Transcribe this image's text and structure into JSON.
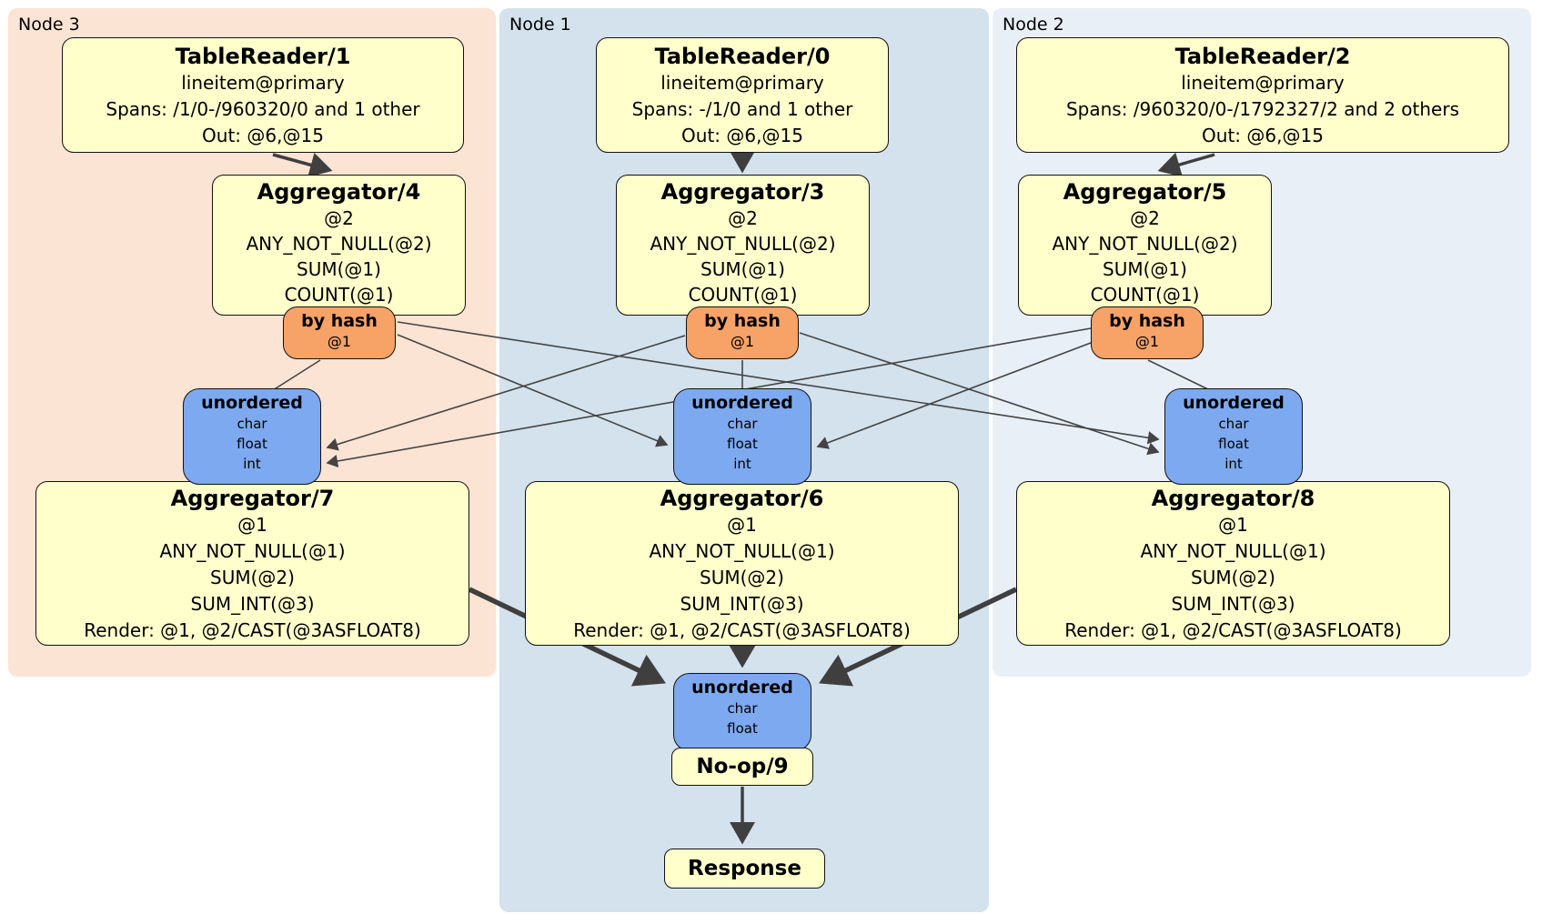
{
  "diagram_type": "distsql-plan",
  "colors": {
    "node3_panel": "#FCE4D4",
    "node1_panel": "#D3E2ED",
    "node2_panel": "#E8EFF7",
    "processor_box": "#FFFFCC",
    "router_chip": "#F7A267",
    "sync_chip": "#7DA9F0",
    "edge": "#444444"
  },
  "nodes": [
    {
      "label": "Node 3",
      "table_reader": {
        "title": "TableReader/1",
        "lines": [
          "lineitem@primary",
          "Spans: /1/0-/960320/0 and 1 other",
          "Out: @6,@15"
        ]
      },
      "aggregator_top": {
        "title": "Aggregator/4",
        "lines": [
          "@2",
          "ANY_NOT_NULL(@2)",
          "SUM(@1)",
          "COUNT(@1)"
        ]
      },
      "router": {
        "title": "by hash",
        "detail": "@1"
      },
      "sync": {
        "title": "unordered",
        "lines": [
          "char",
          "float",
          "int"
        ]
      },
      "aggregator_bottom": {
        "title": "Aggregator/7",
        "lines": [
          "@1",
          "ANY_NOT_NULL(@1)",
          "SUM(@2)",
          "SUM_INT(@3)",
          "Render: @1, @2/CAST(@3ASFLOAT8)"
        ]
      }
    },
    {
      "label": "Node 1",
      "table_reader": {
        "title": "TableReader/0",
        "lines": [
          "lineitem@primary",
          "Spans: -/1/0 and 1 other",
          "Out: @6,@15"
        ]
      },
      "aggregator_top": {
        "title": "Aggregator/3",
        "lines": [
          "@2",
          "ANY_NOT_NULL(@2)",
          "SUM(@1)",
          "COUNT(@1)"
        ]
      },
      "router": {
        "title": "by hash",
        "detail": "@1"
      },
      "sync": {
        "title": "unordered",
        "lines": [
          "char",
          "float",
          "int"
        ]
      },
      "aggregator_bottom": {
        "title": "Aggregator/6",
        "lines": [
          "@1",
          "ANY_NOT_NULL(@1)",
          "SUM(@2)",
          "SUM_INT(@3)",
          "Render: @1, @2/CAST(@3ASFLOAT8)"
        ]
      }
    },
    {
      "label": "Node 2",
      "table_reader": {
        "title": "TableReader/2",
        "lines": [
          "lineitem@primary",
          "Spans: /960320/0-/1792327/2 and 2 others",
          "Out: @6,@15"
        ]
      },
      "aggregator_top": {
        "title": "Aggregator/5",
        "lines": [
          "@2",
          "ANY_NOT_NULL(@2)",
          "SUM(@1)",
          "COUNT(@1)"
        ]
      },
      "router": {
        "title": "by hash",
        "detail": "@1"
      },
      "sync": {
        "title": "unordered",
        "lines": [
          "char",
          "float",
          "int"
        ]
      },
      "aggregator_bottom": {
        "title": "Aggregator/8",
        "lines": [
          "@1",
          "ANY_NOT_NULL(@1)",
          "SUM(@2)",
          "SUM_INT(@3)",
          "Render: @1, @2/CAST(@3ASFLOAT8)"
        ]
      }
    }
  ],
  "final_stage": {
    "sync": {
      "title": "unordered",
      "lines": [
        "char",
        "float"
      ]
    },
    "noop_title": "No-op/9",
    "response_title": "Response"
  }
}
